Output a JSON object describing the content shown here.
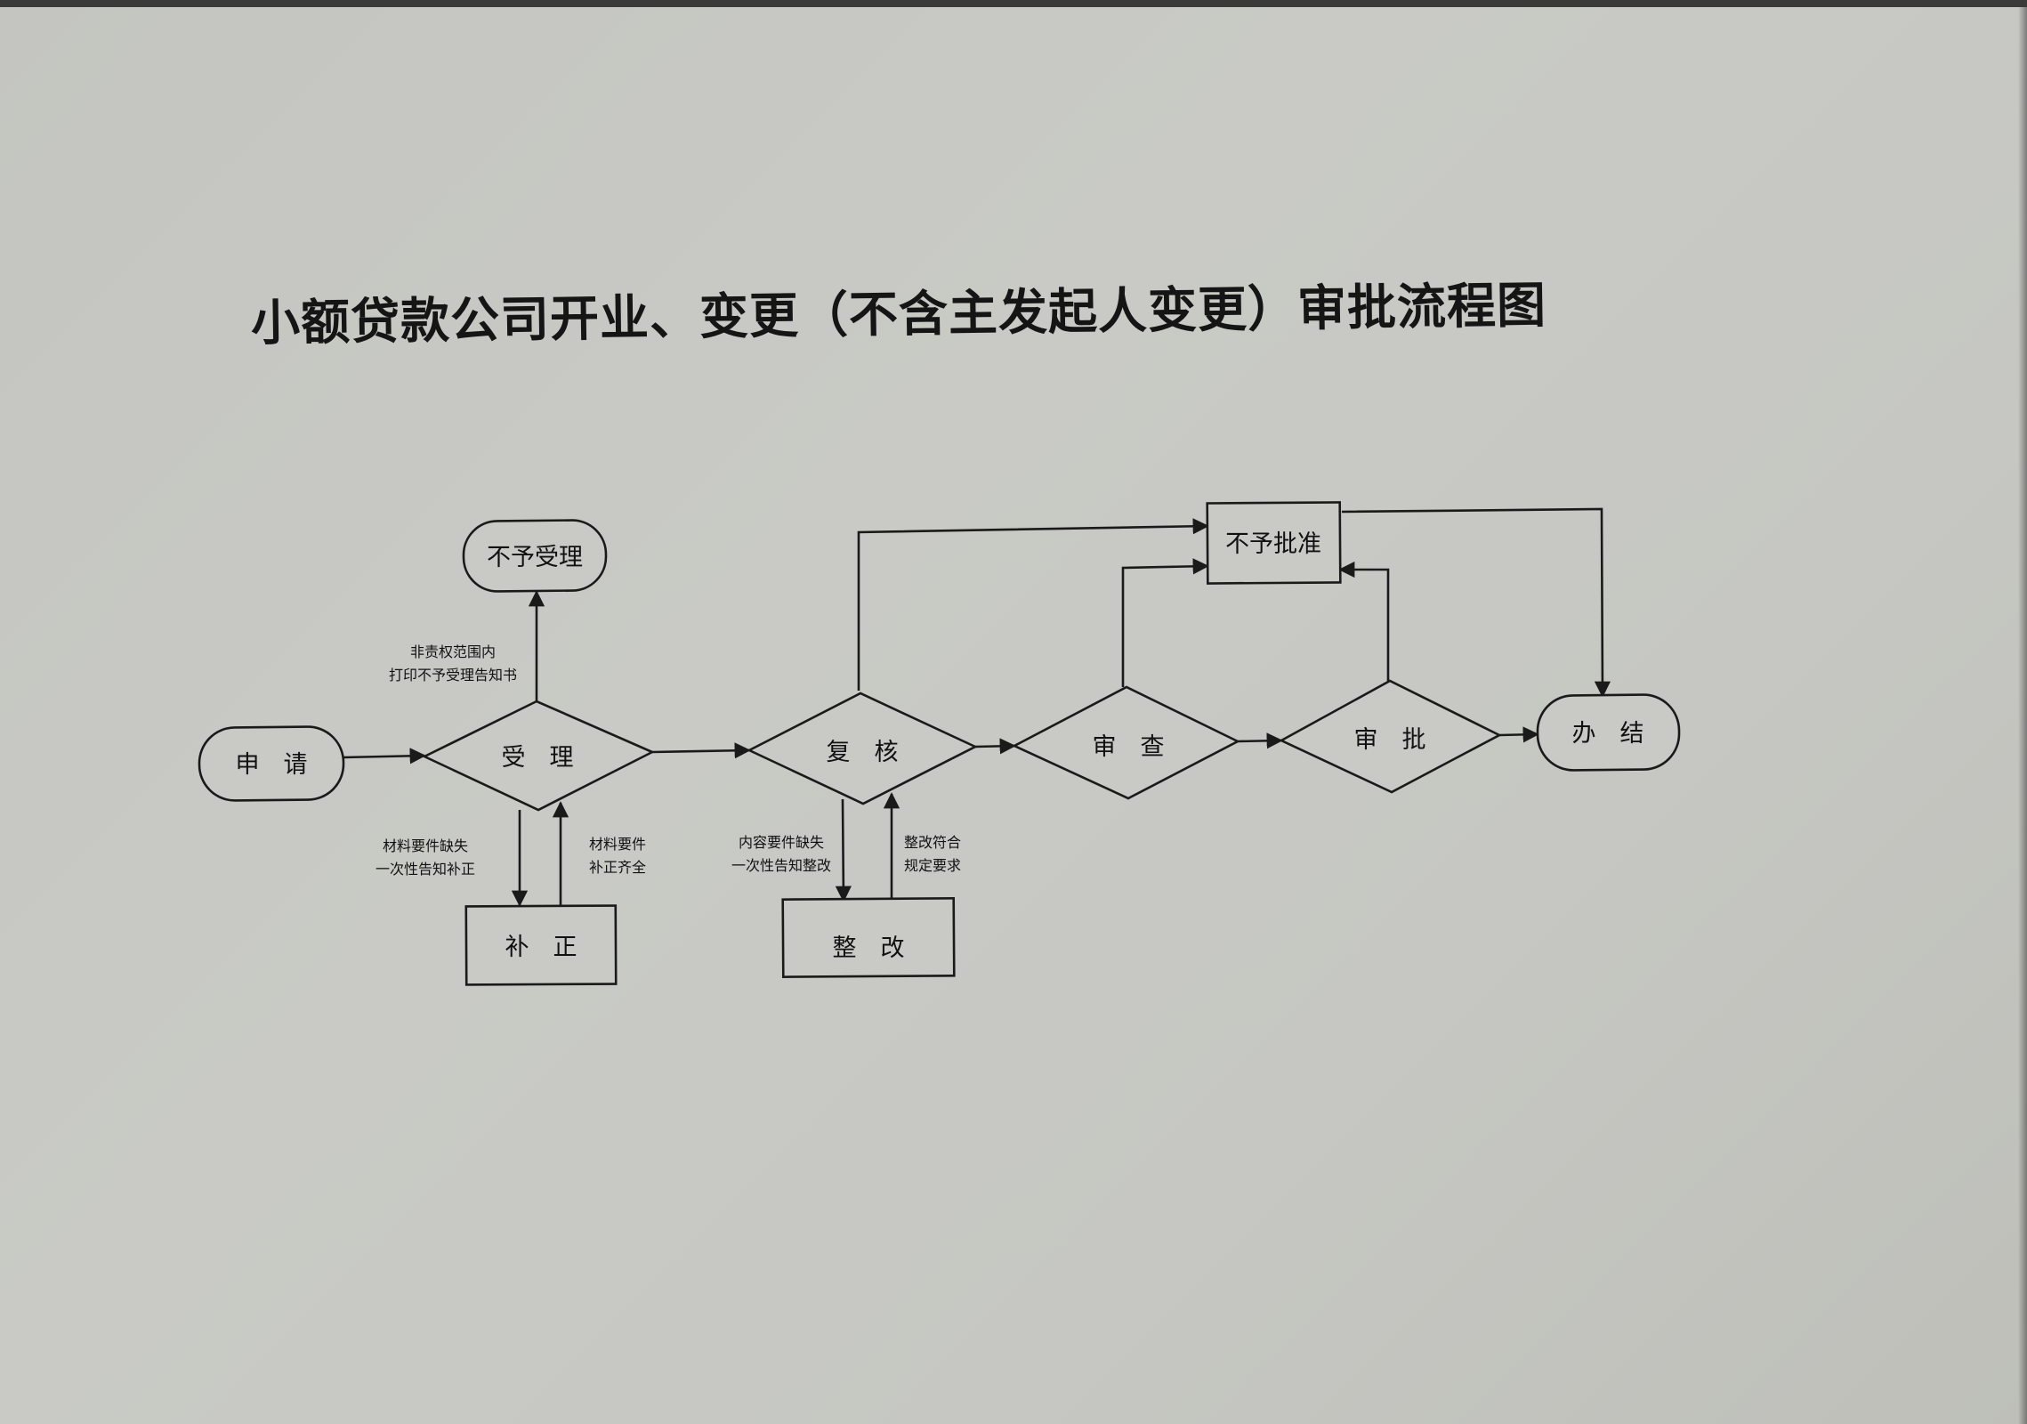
{
  "title": "小额贷款公司开业、变更（不含主发起人变更）审批流程图",
  "nodes": {
    "apply": "申　请",
    "accept": "受　理",
    "reject_accept": "不予受理",
    "supplement": "补　正",
    "recheck": "复　核",
    "rectify": "整　改",
    "review": "审　查",
    "approve": "审　批",
    "reject_approve": "不予批准",
    "complete": "办　结"
  },
  "conditions": {
    "out_of_scope": [
      "非责权范围内",
      "打印不予受理告知书"
    ],
    "missing_materials": [
      "材料要件缺失",
      "一次性告知补正"
    ],
    "materials_complete": [
      "材料要件",
      "补正齐全"
    ],
    "missing_content": [
      "内容要件缺失",
      "一次性告知整改"
    ],
    "rectify_ok": [
      "整改符合",
      "规定要求"
    ]
  }
}
